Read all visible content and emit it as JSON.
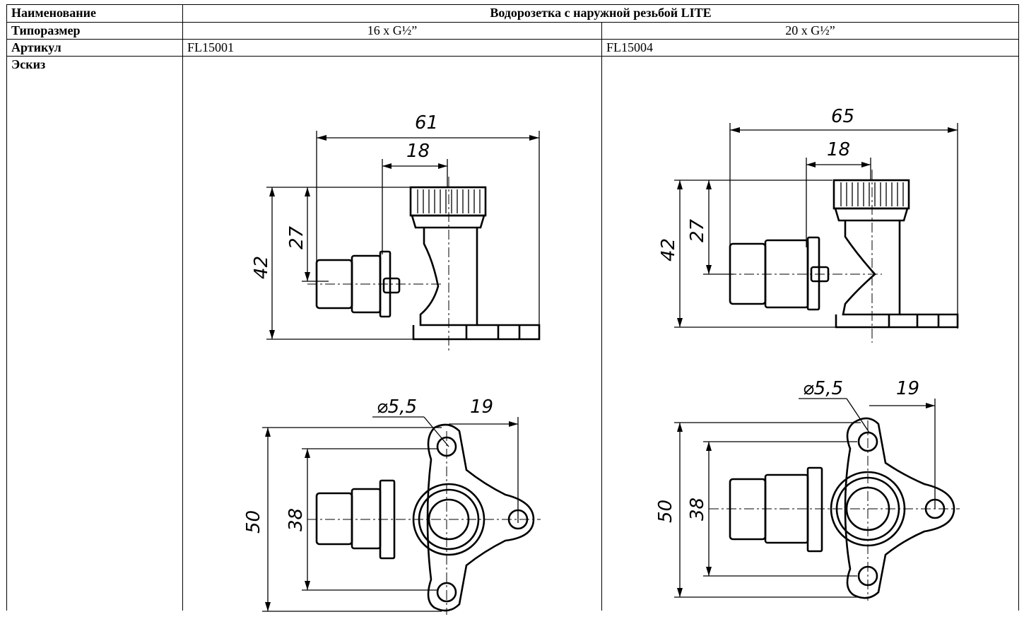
{
  "table": {
    "name_label": "Наименование",
    "name_value": "Водорозетка с наружной резьбой LITE",
    "size_label": "Типоразмер",
    "size_1": "16 х G½”",
    "size_2": "20 х G½”",
    "article_label": "Артикул",
    "article_1": "FL15001",
    "article_2": "FL15004",
    "sketch_label": "Эскиз"
  },
  "drawing_1": {
    "front": {
      "length": "61",
      "offset": "18",
      "height": "42",
      "axis_height": "27"
    },
    "top": {
      "hole_dia": "⌀5,5",
      "offset": "19",
      "width": "50",
      "inner": "38"
    }
  },
  "drawing_2": {
    "front": {
      "length": "65",
      "offset": "18",
      "height": "42",
      "axis_height": "27"
    },
    "top": {
      "hole_dia": "⌀5,5",
      "offset": "19",
      "width": "50",
      "inner": "38"
    }
  }
}
